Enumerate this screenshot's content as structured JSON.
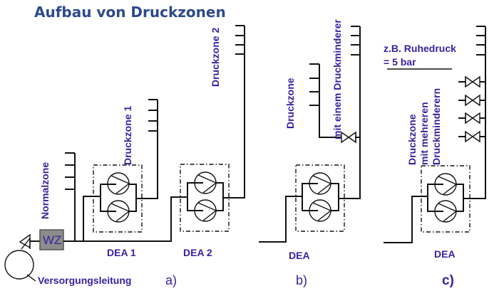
{
  "title": "Aufbau von Druckzonen",
  "labels": {
    "normalzone": "Normalzone",
    "druckzone1": "Druckzone 1",
    "druckzone2": "Druckzone 2",
    "dea1": "DEA 1",
    "dea2": "DEA 2",
    "versorgung": "Versorgungsleitung",
    "wz": "WZ",
    "b_druckzone": "Druckzone",
    "b_druckminderer": "mit einem Druckminderer",
    "b_dea": "DEA",
    "c_ruhedruck1": "z.B. Ruhedruck",
    "c_ruhedruck2": "= 5 bar",
    "c_druckzone": "Druckzone",
    "c_mehreren": "mit mehreren",
    "c_druckminderern": "Druckminderern",
    "c_dea": "DEA"
  },
  "panels": {
    "a": "a)",
    "b": "b)",
    "c": "c)"
  },
  "colors": {
    "title": "#2d4a8c",
    "label": "#3a1fa0",
    "wz_box": "#8c8c8c"
  }
}
